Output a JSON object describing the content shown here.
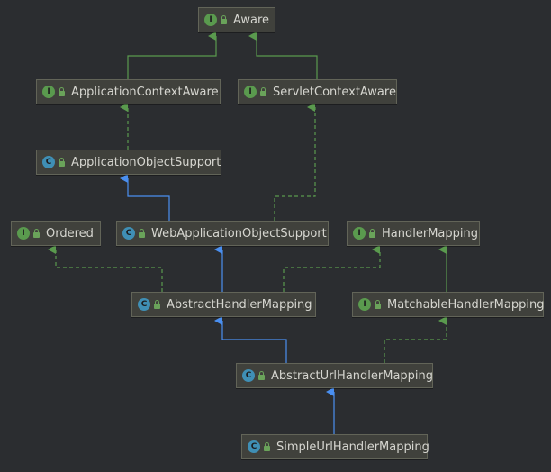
{
  "colors": {
    "background": "#2b2d30",
    "node_fill": "#40413c",
    "node_border": "#626458",
    "text": "#d6d6d0",
    "interface_badge": "#5a9a4e",
    "class_badge": "#3f8fb5",
    "implements_edge": "#5a9a4e",
    "extends_edge": "#4a8ff0"
  },
  "badges": {
    "interface": "I",
    "class": "C"
  },
  "nodes": {
    "aware": "Aware",
    "application_context_aware": "ApplicationContextAware",
    "servlet_context_aware": "ServletContextAware",
    "application_object_support": "ApplicationObjectSupport",
    "ordered": "Ordered",
    "web_application_object_support": "WebApplicationObjectSupport",
    "handler_mapping": "HandlerMapping",
    "abstract_handler_mapping": "AbstractHandlerMapping",
    "matchable_handler_mapping": "MatchableHandlerMapping",
    "abstract_url_handler_mapping": "AbstractUrlHandlerMapping",
    "simple_url_handler_mapping": "SimpleUrlHandlerMapping"
  }
}
